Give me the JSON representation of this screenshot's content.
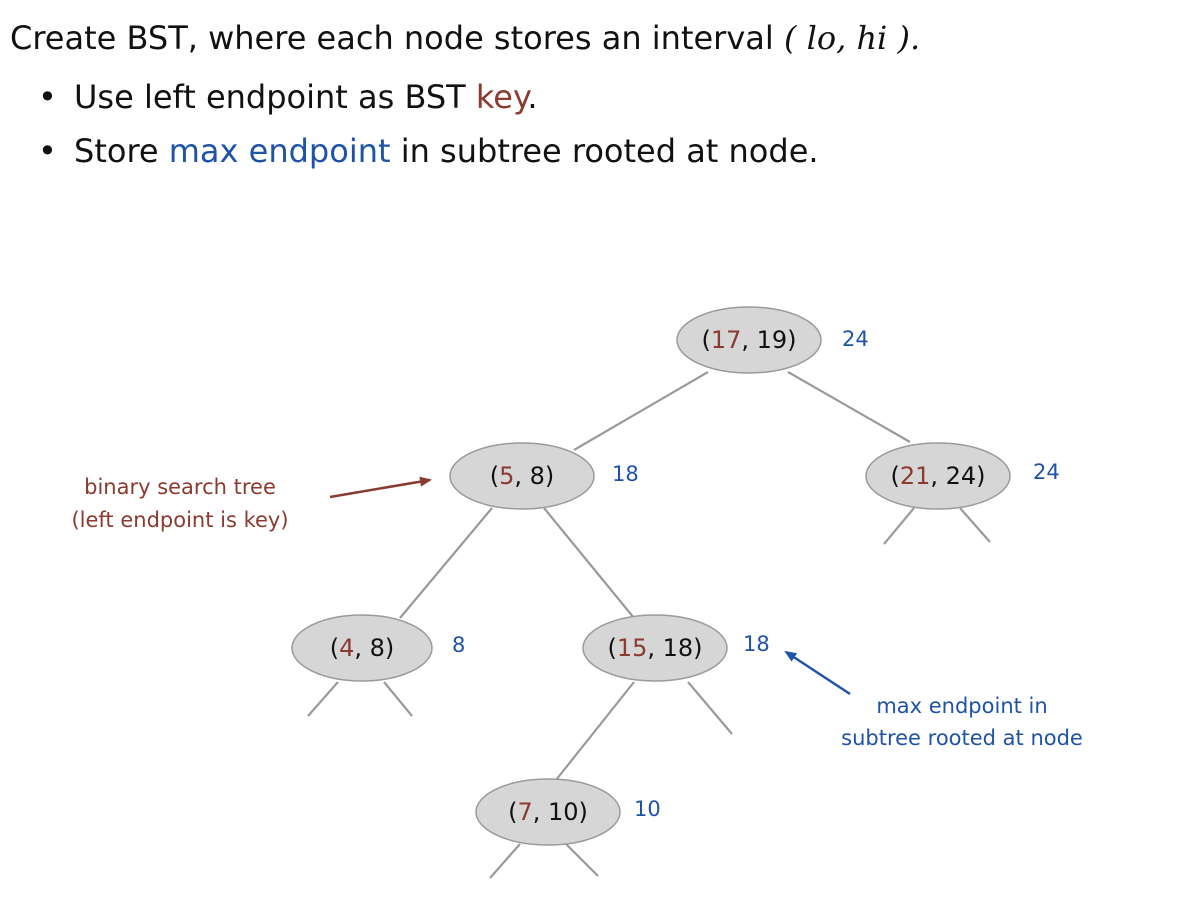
{
  "heading": {
    "prefix": "Create BST, where each node stores an interval",
    "open": "(",
    "lo": "lo,",
    "hi": "hi",
    "close": ")."
  },
  "bullets": [
    {
      "pre": "Use left endpoint as BST ",
      "highlight": "key",
      "post": "."
    },
    {
      "pre": "Store ",
      "highlight": "max endpoint",
      "post": " in subtree rooted at node."
    }
  ],
  "tree": {
    "nodes": [
      {
        "id": "n17",
        "lo": "17",
        "hi": "19",
        "max": "24"
      },
      {
        "id": "n5",
        "lo": "5",
        "hi": "8",
        "max": "18"
      },
      {
        "id": "n21",
        "lo": "21",
        "hi": "24",
        "max": "24"
      },
      {
        "id": "n4",
        "lo": "4",
        "hi": "8",
        "max": "8"
      },
      {
        "id": "n15",
        "lo": "15",
        "hi": "18",
        "max": "18"
      },
      {
        "id": "n7",
        "lo": "7",
        "hi": "10",
        "max": "10"
      }
    ],
    "edges": [
      [
        "n17",
        "n5"
      ],
      [
        "n17",
        "n21"
      ],
      [
        "n5",
        "n4"
      ],
      [
        "n5",
        "n15"
      ],
      [
        "n15",
        "n7"
      ]
    ]
  },
  "annotations": {
    "bst_line1": "binary search tree",
    "bst_line2": "(left endpoint is key)",
    "max_line1": "max endpoint in",
    "max_line2": "subtree rooted at node"
  },
  "colors": {
    "key": "#8B3A2F",
    "max_endpoint": "#1F53A8",
    "node_fill": "#d6d6d6",
    "edge": "#9a9a9a"
  }
}
